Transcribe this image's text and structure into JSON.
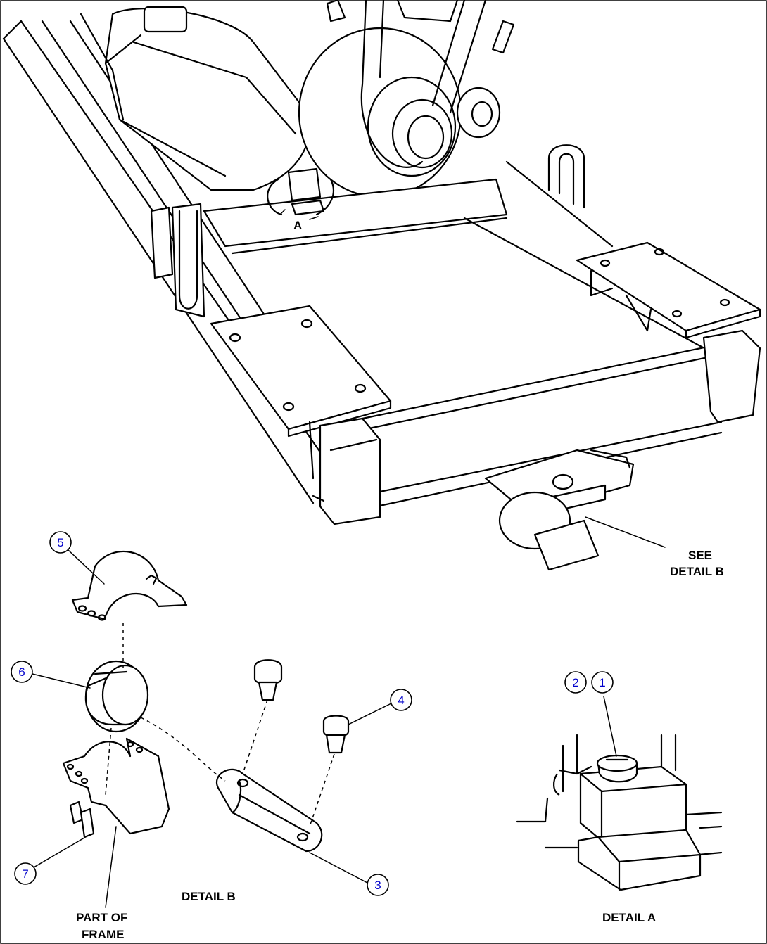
{
  "callouts": [
    {
      "id": "1",
      "label": "1"
    },
    {
      "id": "2",
      "label": "2"
    },
    {
      "id": "3",
      "label": "3"
    },
    {
      "id": "4",
      "label": "4"
    },
    {
      "id": "5",
      "label": "5"
    },
    {
      "id": "6",
      "label": "6"
    },
    {
      "id": "7",
      "label": "7"
    }
  ],
  "labels": {
    "view_a": "A",
    "see_detail_line1": "SEE",
    "see_detail_line2": "DETAIL B",
    "detail_b": "DETAIL B",
    "detail_a": "DETAIL A",
    "part_of_frame_line1": "PART OF",
    "part_of_frame_line2": "FRAME"
  }
}
